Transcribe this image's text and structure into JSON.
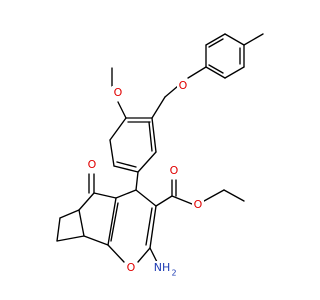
{
  "diagram": {
    "kind": "chemical-structure",
    "colors": {
      "background": "#ffffff",
      "bond": "#000000",
      "oxygen": "#e00000",
      "nitrogen": "#1e3cb4"
    },
    "atoms": [
      {
        "id": "o_methoxy",
        "symbol": "O",
        "text": "O",
        "color": "oxygen"
      },
      {
        "id": "o_ether",
        "symbol": "O",
        "text": "O",
        "color": "oxygen"
      },
      {
        "id": "o_ketone",
        "symbol": "O",
        "text": "O",
        "color": "oxygen"
      },
      {
        "id": "o_carbonyl",
        "symbol": "O",
        "text": "O",
        "color": "oxygen"
      },
      {
        "id": "o_ester",
        "symbol": "O",
        "text": "O",
        "color": "oxygen"
      },
      {
        "id": "o_ring",
        "symbol": "O",
        "text": "O",
        "color": "oxygen"
      },
      {
        "id": "n_amino",
        "symbol": "N",
        "text": "NH",
        "subscript": "2",
        "color": "nitrogen"
      }
    ]
  }
}
